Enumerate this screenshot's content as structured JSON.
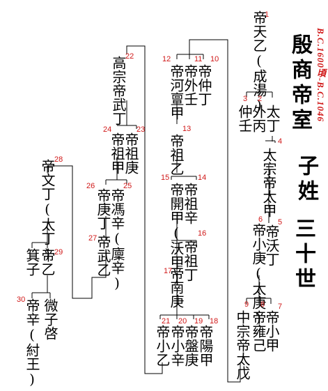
{
  "title": {
    "dynasty": "殷商帝室",
    "surname": "子姓",
    "generations": "三十世",
    "period": "B.C.1600頃-B.C.1046"
  },
  "rulers": [
    {
      "num": "1",
      "name": "帝天乙(成湯)"
    },
    {
      "num": "2",
      "name": "外丙"
    },
    {
      "num": "3",
      "name": "仲壬"
    },
    {
      "num": "4",
      "name": "太宗帝太甲"
    },
    {
      "num": "5",
      "name": "帝沃丁"
    },
    {
      "num": "6",
      "name": "帝小庚(太庚)"
    },
    {
      "num": "7",
      "name": "帝小甲"
    },
    {
      "num": "8",
      "name": "帝雍己"
    },
    {
      "num": "9",
      "name": "中宗帝太戊"
    },
    {
      "num": "10",
      "name": "帝仲丁"
    },
    {
      "num": "11",
      "name": "帝外壬"
    },
    {
      "num": "12",
      "name": "帝河亶甲"
    },
    {
      "num": "13",
      "name": "帝祖乙"
    },
    {
      "num": "14",
      "name": "帝祖辛"
    },
    {
      "num": "15",
      "name": "帝開甲(沃甲)"
    },
    {
      "num": "16",
      "name": "帝祖丁"
    },
    {
      "num": "17",
      "name": "帝南庚"
    },
    {
      "num": "18",
      "name": "帝陽甲"
    },
    {
      "num": "19",
      "name": "帝盤庚"
    },
    {
      "num": "20",
      "name": "帝小辛"
    },
    {
      "num": "21",
      "name": "帝小乙"
    },
    {
      "num": "22",
      "name": "高宗帝武丁"
    },
    {
      "num": "23",
      "name": "帝祖庚"
    },
    {
      "num": "24",
      "name": "帝祖甲"
    },
    {
      "num": "25",
      "name": "帝馮辛(廩辛)"
    },
    {
      "num": "26",
      "name": "帝庚丁"
    },
    {
      "num": "27",
      "name": "帝武乙"
    },
    {
      "num": "28",
      "name": "帝文丁(太丁)"
    },
    {
      "num": "29",
      "name": "帝乙"
    },
    {
      "num": "30",
      "name": "帝辛(紂王)"
    }
  ],
  "others": [
    {
      "name": "太丁"
    },
    {
      "name": "箕子"
    },
    {
      "name": "微子啓"
    }
  ]
}
